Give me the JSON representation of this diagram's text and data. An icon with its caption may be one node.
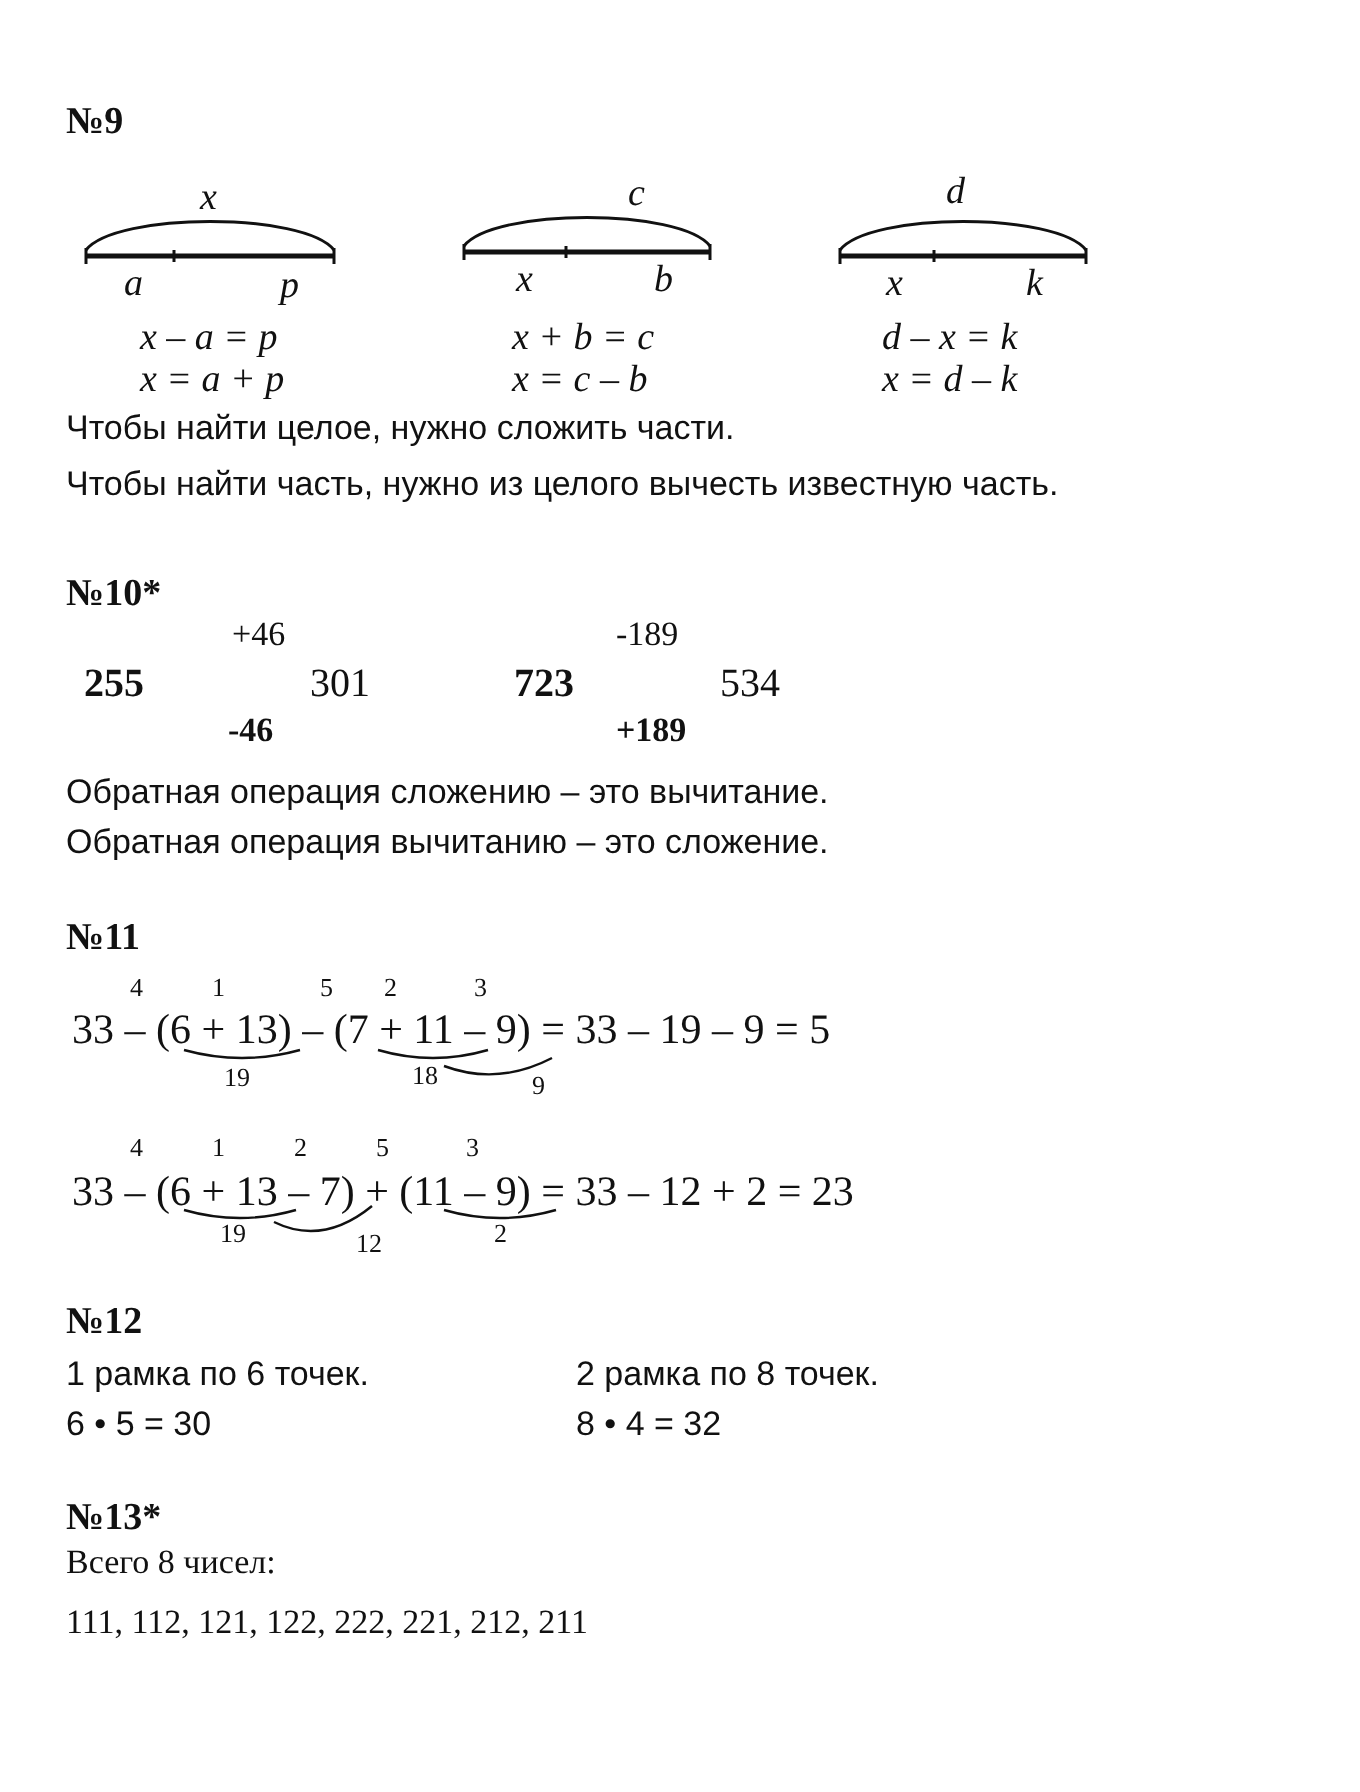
{
  "diagram": {
    "labels": [
      "№9",
      "x",
      "c",
      "d",
      "a",
      "p",
      "x",
      "b",
      "x",
      "k",
      "x – a = p",
      "x + b = c",
      "d – x = k",
      "x = a + p",
      "x = c – b",
      "x = d – k",
      "Чтобы найти целое, нужно сложить части.",
      "Чтобы найти часть, нужно из целого вычесть известную часть.",
      "№10*",
      "+46",
      "-189",
      "255",
      "301",
      "723",
      "534",
      "-46",
      "+189",
      "Обратная операция сложению – это вычитание.",
      "Обратная операция вычитанию – это сложение.",
      "№11",
      "4",
      "1",
      "5",
      "2",
      "3",
      "33 – (6 + 13) – (7 + 11 – 9) = 33 – 19 – 9 = 5",
      "19",
      "18",
      "9",
      "4",
      "1",
      "2",
      "5",
      "3",
      "33 – (6 + 13 – 7) + (11 – 9) = 33 – 12 + 2 = 23",
      "19",
      "12",
      "2",
      "№12",
      "1 рамка по 6 точек.",
      "2 рамка по 8 точек.",
      "6 • 5 = 30",
      "8 • 4 = 32",
      "№13*",
      "Всего 8 чисел:",
      "111, 112, 121, 122, 222, 221, 212, 211"
    ]
  }
}
